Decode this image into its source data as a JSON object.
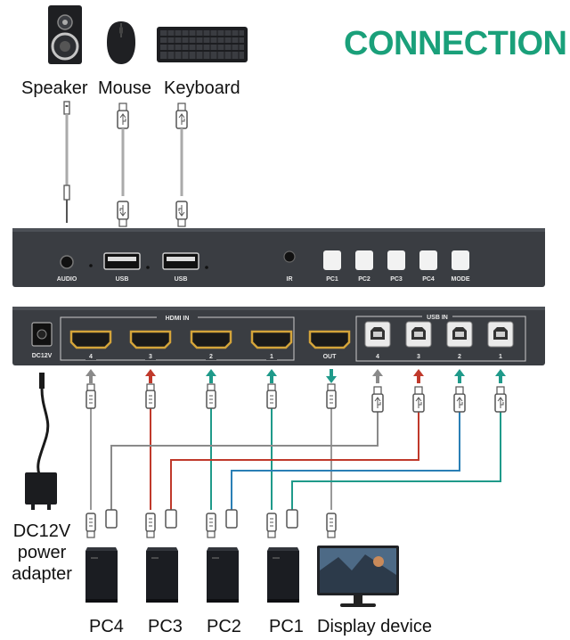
{
  "title": "CONNECTION",
  "colors": {
    "title": "#1aa07a",
    "red": "#c0392b",
    "teal": "#1f9a8a",
    "blue": "#2a7fb5",
    "gray": "#8a8a8a",
    "body": "#3a3d42"
  },
  "devices": {
    "speaker": "Speaker",
    "mouse": "Mouse",
    "keyboard": "Keyboard"
  },
  "front_panel": {
    "audio": "AUDIO",
    "usb1": "USB",
    "usb2": "USB",
    "ir": "IR",
    "buttons": [
      "PC1",
      "PC2",
      "PC3",
      "PC4",
      "MODE"
    ]
  },
  "rear_panel": {
    "dc": "DC12V",
    "hdmi_in": "HDMI IN",
    "hdmi_ports": [
      "4",
      "3",
      "2",
      "1"
    ],
    "out": "OUT",
    "usb_in": "USB IN",
    "usb_ports": [
      "4",
      "3",
      "2",
      "1"
    ]
  },
  "power": {
    "line1": "DC12V",
    "line2": "power",
    "line3": "adapter"
  },
  "bottom": {
    "pc4": "PC4",
    "pc3": "PC3",
    "pc2": "PC2",
    "pc1": "PC1",
    "display": "Display device"
  },
  "icons": [
    "speaker-icon",
    "mouse-icon",
    "keyboard-icon",
    "pc-tower-icon",
    "monitor-icon",
    "power-adapter-icon"
  ]
}
